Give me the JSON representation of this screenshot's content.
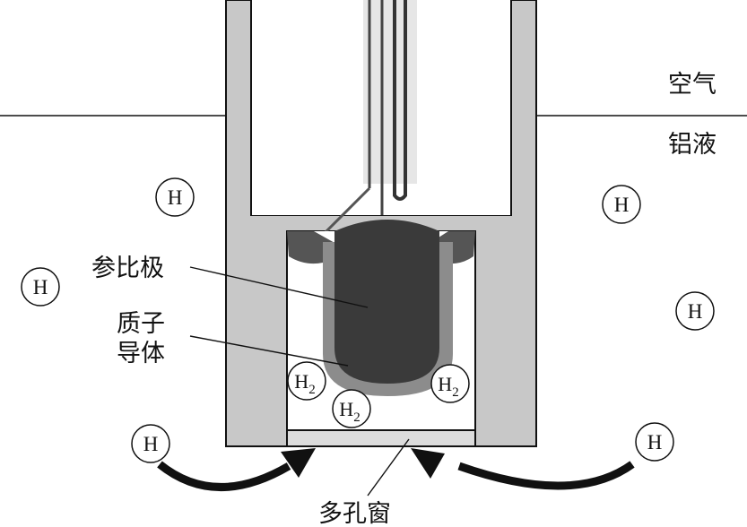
{
  "labels": {
    "air": "空气",
    "melt": "铝液",
    "reference_electrode": "参比极",
    "proton_conductor_line1": "质子",
    "proton_conductor_line2": "导体",
    "porous_window": "多孔窗"
  },
  "atoms": {
    "hydrogen": "H",
    "hydrogen_molecule_base": "H",
    "hydrogen_molecule_sub": "2"
  },
  "colors": {
    "wall_gray": "#c8c8c8",
    "electrode_dark": "#3a3a3a",
    "conductor_gray": "#8c8c8c",
    "ink": "#111111"
  }
}
